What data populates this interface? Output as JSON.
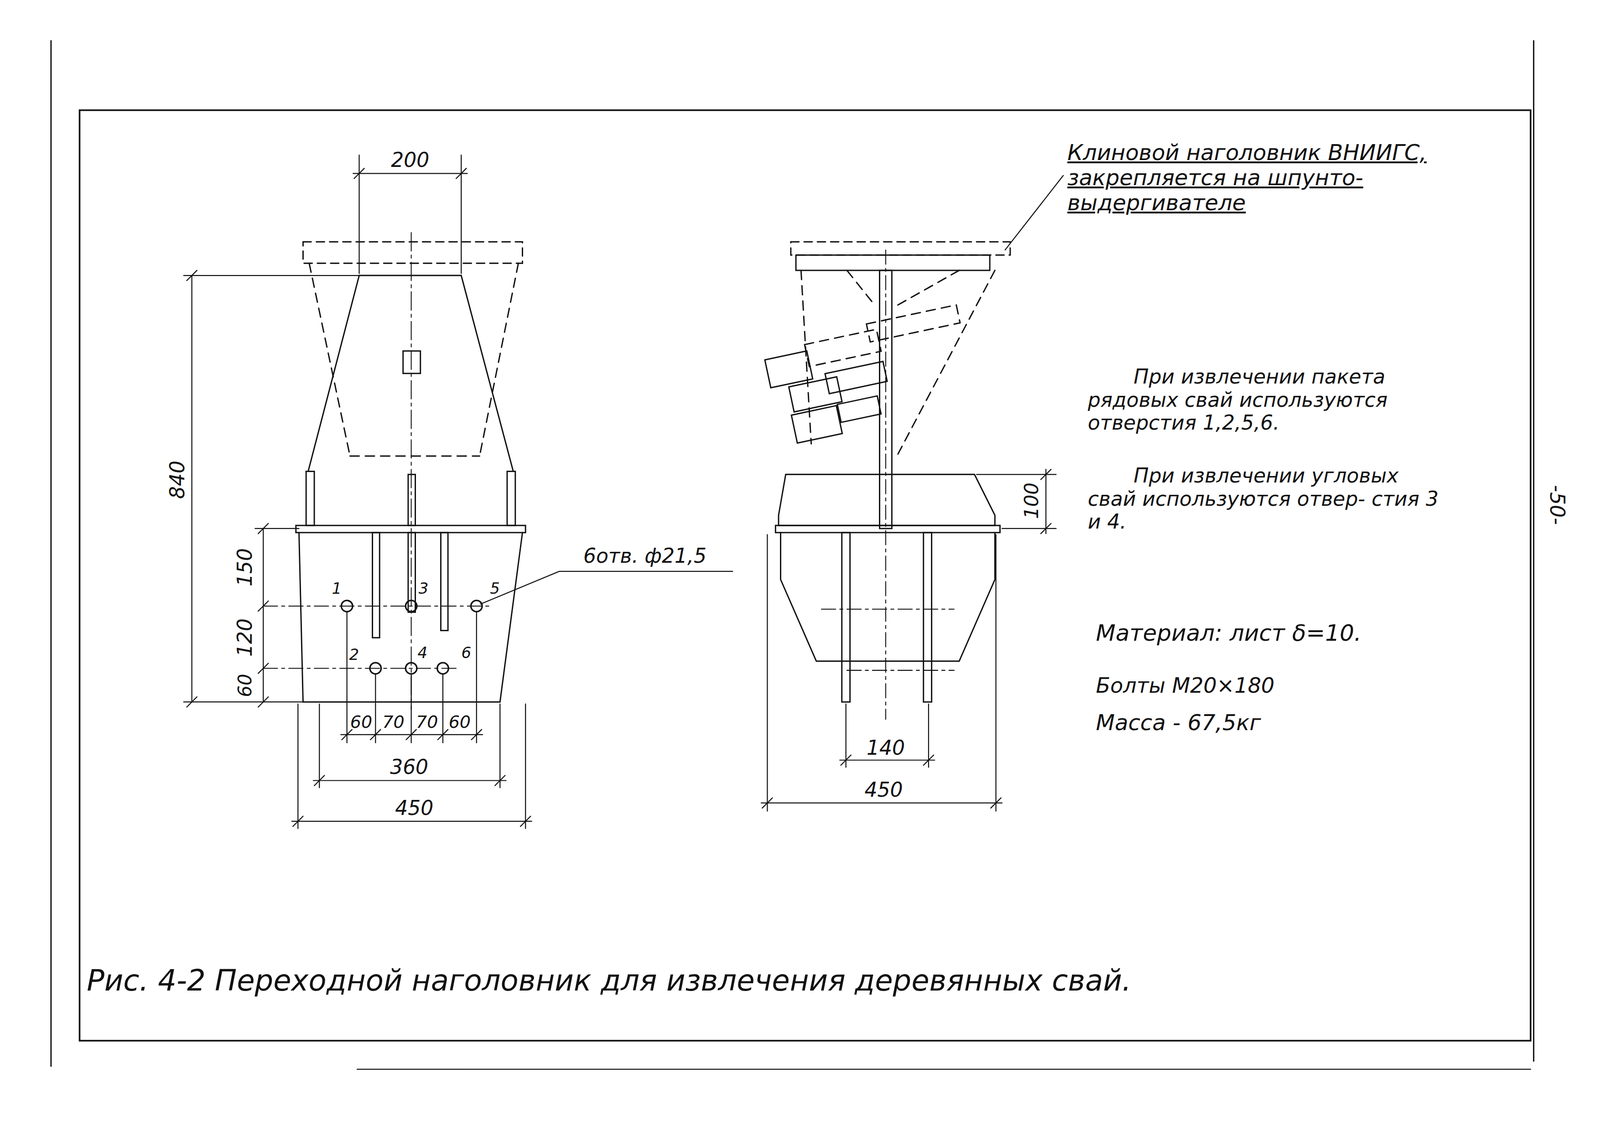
{
  "diagram": {
    "caption": "Рис. 4-2 Переходной наголовник для извлечения деревянных свай.",
    "labels": [
      "200",
      "840",
      "150",
      "120",
      "60",
      "1",
      "3",
      "5",
      "2",
      "4",
      "6",
      "6отв. ф21,5",
      "60",
      "70",
      "70",
      "60",
      "360",
      "450",
      "Клиновой наголовник ВНИИГС, закрепляется на шпунто- выдергивателе",
      "100",
      "140",
      "450",
      "При извлечении пакета рядовых свай используются отверстия 1,2,5,6.",
      "При извлечении угловых свай используются отвер- стия 3 и 4.",
      "Материал: лист δ=10.",
      "Болты М20×180",
      "Масса - 67,5кг",
      "-50-"
    ]
  }
}
